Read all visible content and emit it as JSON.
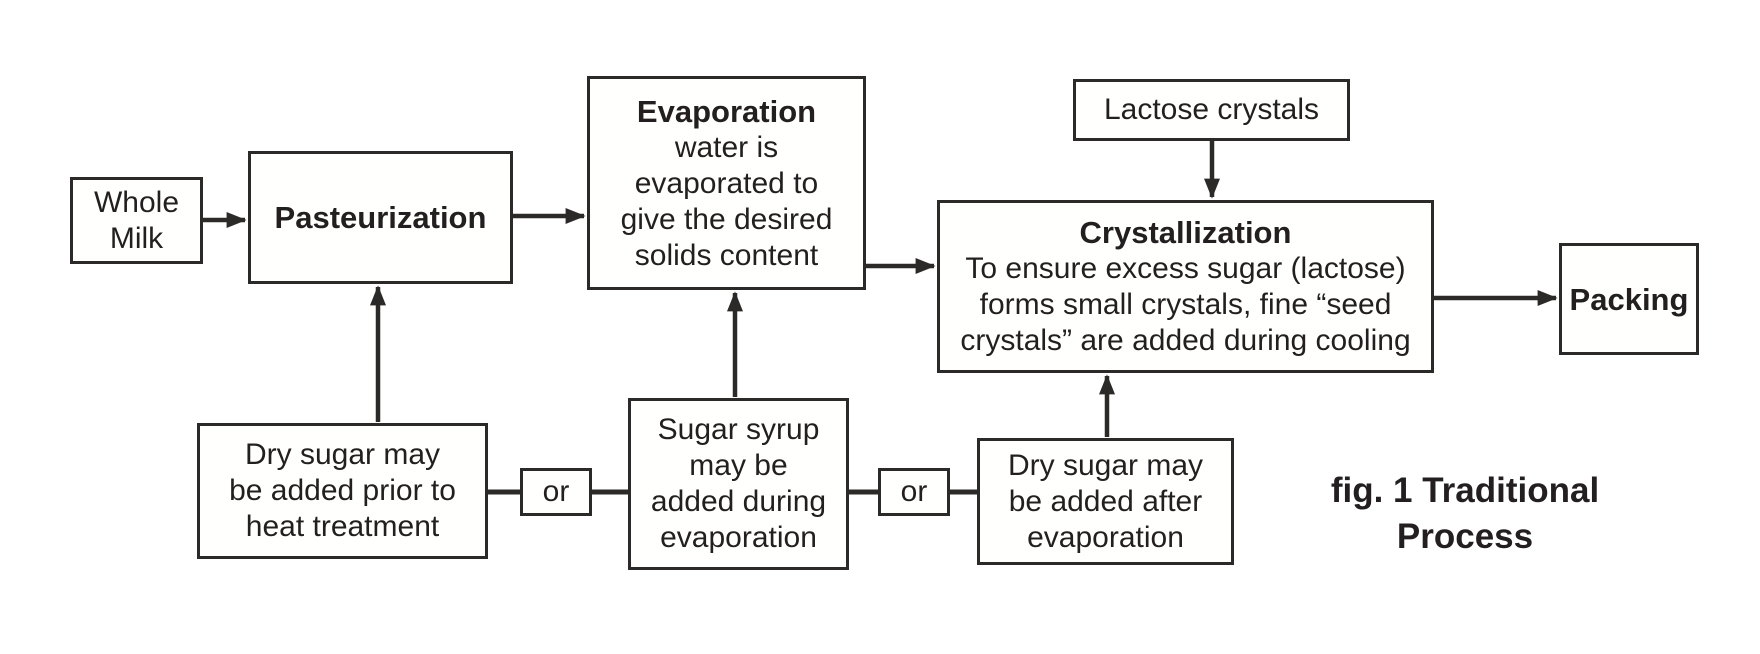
{
  "diagram": {
    "caption": "fig. 1 Traditional\nProcess",
    "colors": {
      "line": "#2b2a29",
      "text": "#231f20",
      "background": "#ffffff"
    },
    "nodes": {
      "whole_milk": {
        "label": "Whole\nMilk"
      },
      "pasteurization": {
        "title": "Pasteurization"
      },
      "evaporation": {
        "title": "Evaporation",
        "description": "water is\nevaporated to\ngive the desired\nsolids content"
      },
      "lactose_crystals": {
        "label": "Lactose crystals"
      },
      "crystallization": {
        "title": "Crystallization",
        "description": "To ensure excess sugar (lactose)\nforms small crystals, fine “seed\ncrystals” are added during cooling"
      },
      "packing": {
        "title": "Packing"
      },
      "dry_sugar_prior": {
        "label": "Dry sugar may\nbe added prior to\nheat treatment"
      },
      "or_left": {
        "label": "or"
      },
      "sugar_syrup": {
        "label": "Sugar syrup\nmay be\nadded during\nevaporation"
      },
      "or_right": {
        "label": "or"
      },
      "dry_sugar_after": {
        "label": "Dry sugar may\nbe added after\nevaporation"
      }
    }
  }
}
